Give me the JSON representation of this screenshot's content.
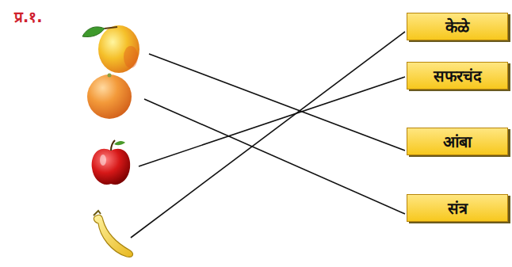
{
  "diagram": {
    "nodes": [
      {
        "text": [
          "केळे"
        ]
      },
      {
        "text": [
          "सफरचंद"
        ]
      },
      {
        "text": [
          "आंबा"
        ]
      },
      {
        "text": [
          "संत्र"
        ]
      }
    ],
    "labels": [
      "प्र.१."
    ]
  }
}
